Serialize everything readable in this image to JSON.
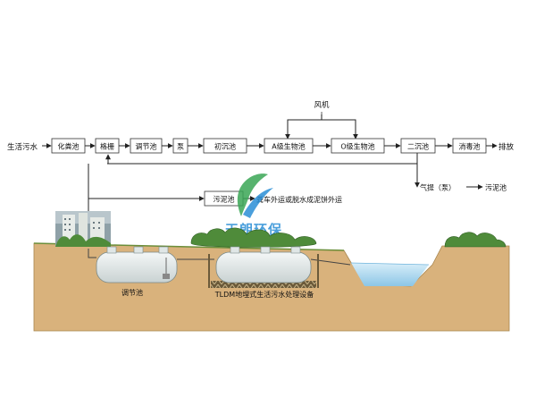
{
  "flow": {
    "source": "生活污水",
    "septic_tank": "化粪池",
    "grille": "格栅",
    "equalization_tank": "调节池",
    "pump": "泵",
    "primary_settling": "初沉池",
    "a_tank": "A级生物池",
    "o_tank": "O级生物池",
    "secondary_settling": "二沉池",
    "disinfection": "消毒池",
    "discharge": "排放",
    "blower": "风机",
    "blower_marker": "I",
    "sludge_tank": "污泥池",
    "sludge_disposal": "粪车外运或脱水成泥饼外运",
    "airlift": "气提（泵）",
    "return_sludge_tank": "污泥池"
  },
  "watermark": {
    "text": "天朗环保"
  },
  "cross_section": {
    "equalization_label": "调节池",
    "equipment_label": "TLDM地埋式生活污水处理设备"
  },
  "colors": {
    "soil": "#d9b27c",
    "soil_edge": "#a8864e",
    "water": "#bfe3f4",
    "tank_body": "#e9eeee",
    "grass": "#4f8b3a",
    "watermark_green": "#3aa655",
    "watermark_blue": "#2b8fd6"
  }
}
